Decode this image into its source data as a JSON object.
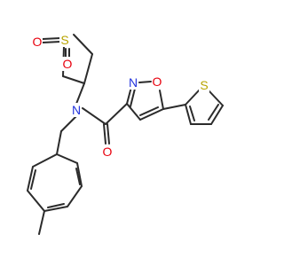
{
  "molecule": {
    "atoms": {
      "sulfur_sulfone": {
        "symbol": "S",
        "color": "#b8a400"
      },
      "oxygen_sulfone_left": {
        "symbol": "O",
        "color": "#e8000d"
      },
      "oxygen_sulfone_bottom": {
        "symbol": "O",
        "color": "#e8000d"
      },
      "nitrogen_amide": {
        "symbol": "N",
        "color": "#2233dd"
      },
      "oxygen_carbonyl": {
        "symbol": "O",
        "color": "#e8000d"
      },
      "nitrogen_isoxazole": {
        "symbol": "N",
        "color": "#2233dd"
      },
      "oxygen_isoxazole": {
        "symbol": "O",
        "color": "#e8000d"
      },
      "sulfur_thiophene": {
        "symbol": "S",
        "color": "#b8a400"
      }
    },
    "bond_color": "#2b2b2b"
  }
}
